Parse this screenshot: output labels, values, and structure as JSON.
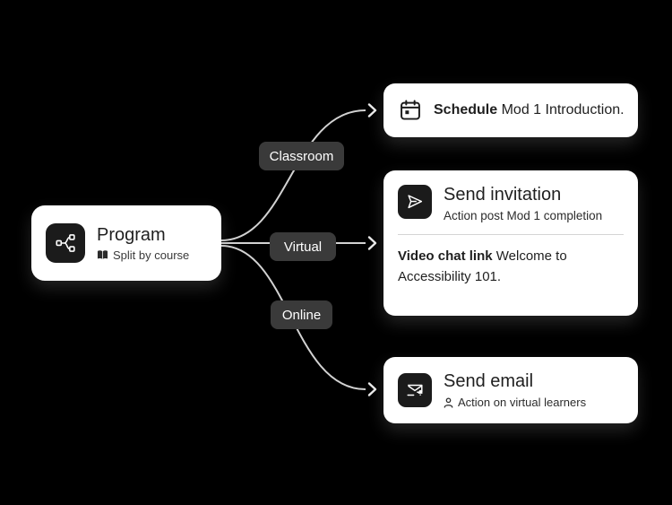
{
  "colors": {
    "background": "#000000",
    "node_background": "#ffffff",
    "icon_background": "#1b1b1b",
    "branch_background": "#3a3a3a",
    "connector": "#d2d2d2",
    "text_primary": "#1f1f1f"
  },
  "program": {
    "title": "Program",
    "subtitle": "Split by course",
    "icon": "split-icon",
    "subtitle_icon": "book-icon"
  },
  "branches": {
    "classroom": "Classroom",
    "virtual": "Virtual",
    "online": "Online"
  },
  "schedule": {
    "icon": "calendar-icon",
    "title_bold": "Schedule",
    "title_rest": " Mod 1 Introduction."
  },
  "invitation": {
    "icon": "send-icon",
    "title": "Send invitation",
    "subtitle": "Action post Mod 1 completion",
    "detail_bold": "Video chat link",
    "detail_rest": " Welcome to Accessibility 101."
  },
  "email": {
    "icon": "email-alert-icon",
    "title": "Send email",
    "subtitle_icon": "person-icon",
    "subtitle": "Action on virtual learners"
  }
}
